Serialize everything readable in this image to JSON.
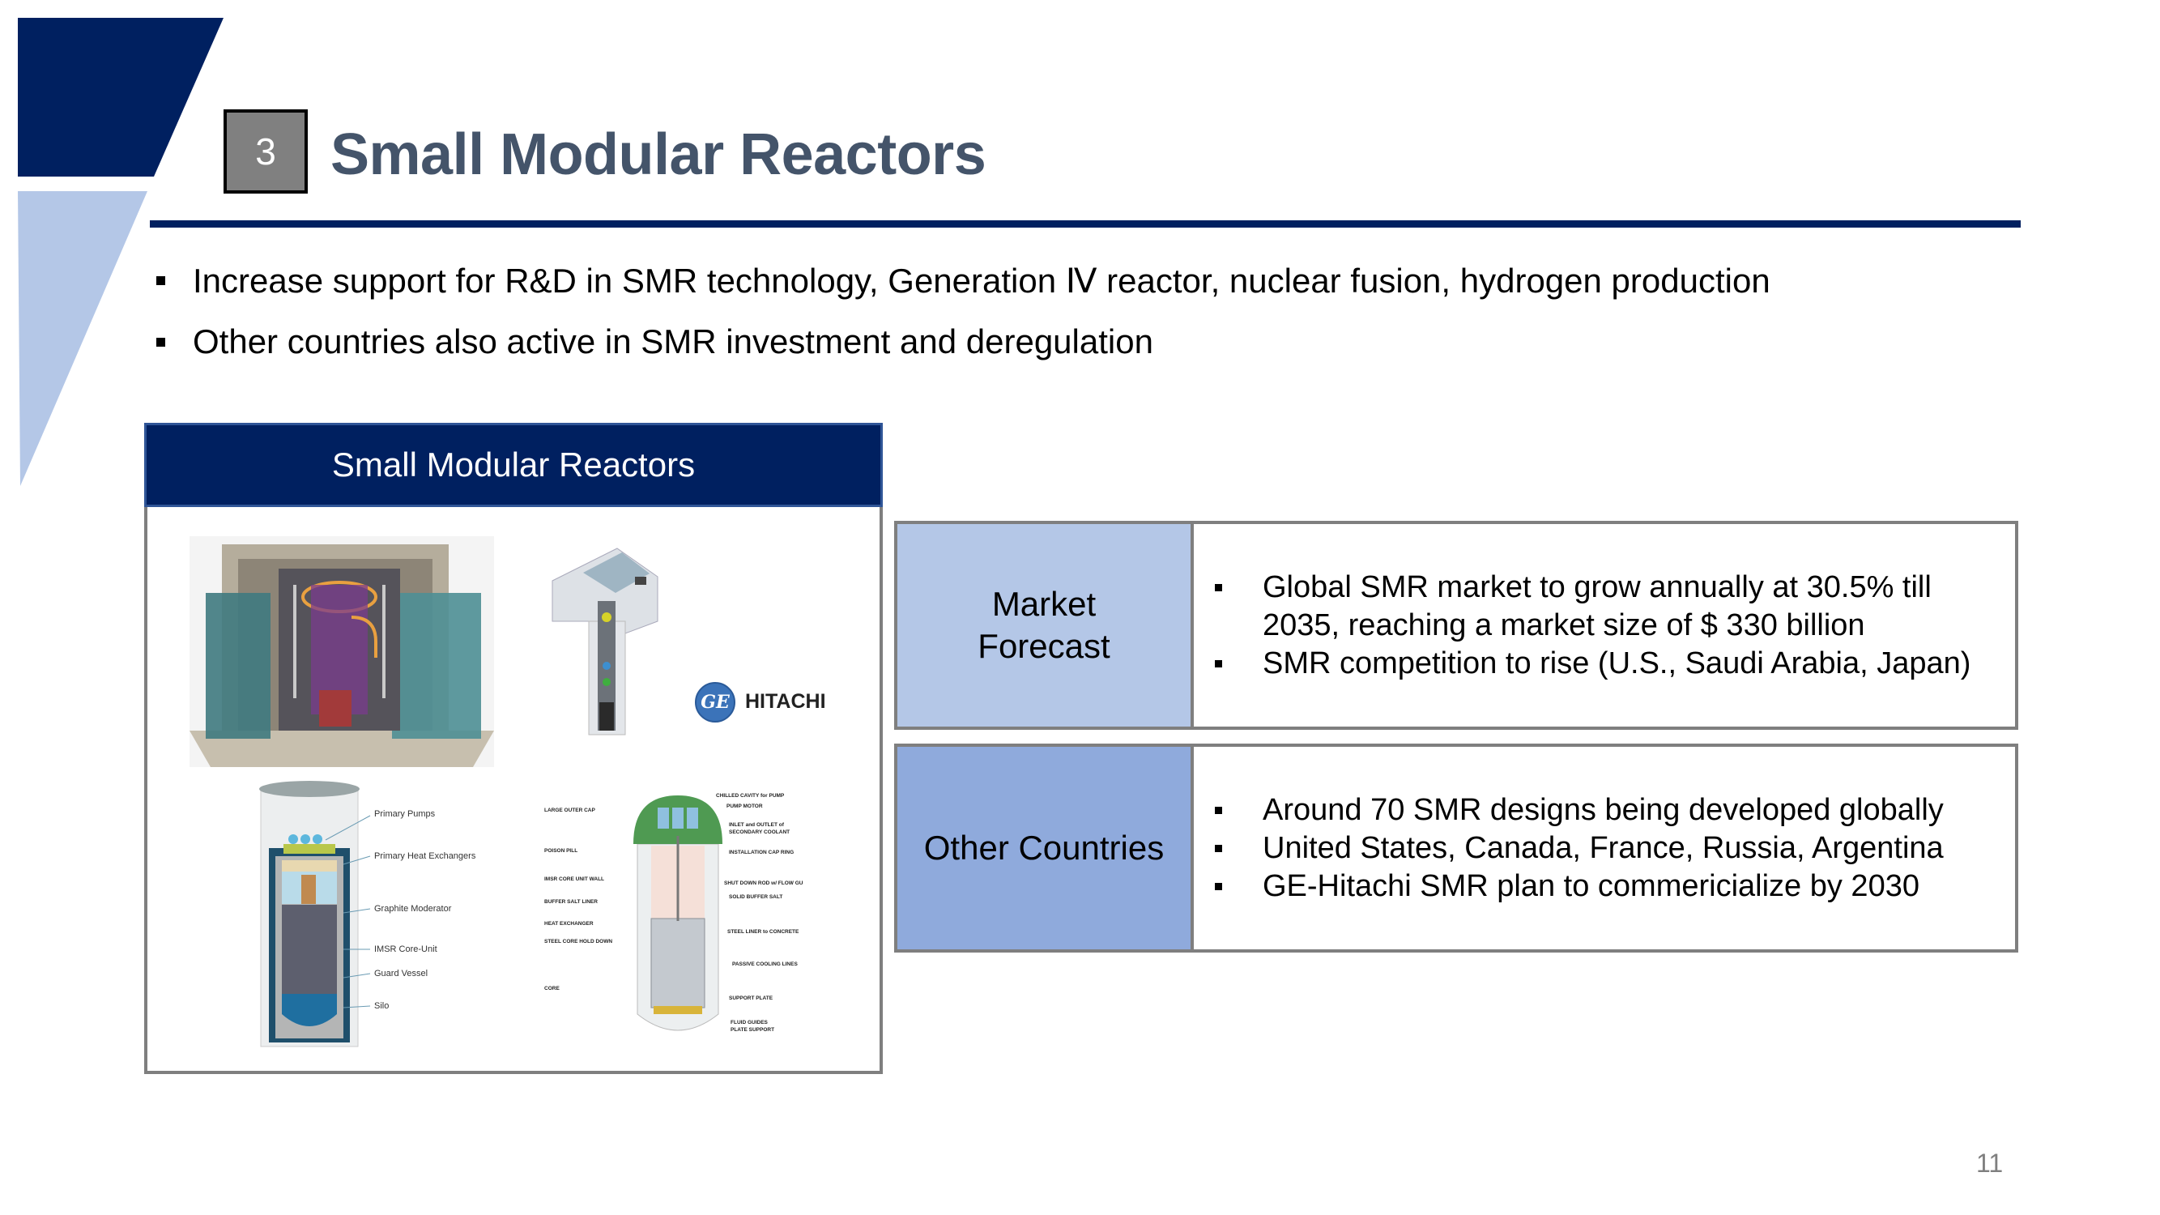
{
  "slide": {
    "section_number": "3",
    "title": "Small Modular Reactors",
    "page_number": "11",
    "colors": {
      "navy": "#002060",
      "light_blue": "#b4c7e7",
      "mid_blue": "#8faadc",
      "title_text": "#44546a",
      "border_gray": "#7f7f7f"
    }
  },
  "bullets": [
    "Increase support for R&D in SMR technology, Generation Ⅳ reactor, nuclear fusion, hydrogen production",
    "Other countries also active in SMR investment and deregulation"
  ],
  "panel": {
    "header": "Small Modular Reactors",
    "images": {
      "reactor_3d_render": "reactor-cutaway-render",
      "ge_hitachi_render": "ge-hitachi-bwrx-cutaway",
      "ge_logo_text": "GE",
      "hitachi_logo_text": "HITACHI",
      "imsr_labels": [
        "Primary Pumps",
        "Primary Heat Exchangers",
        "Graphite Moderator",
        "IMSR Core-Unit",
        "Guard Vessel",
        "Silo"
      ],
      "msr_labels_left": [
        "LARGE OUTER CAP",
        "POISON PILL",
        "IMSR CORE UNIT WALL",
        "BUFFER SALT LINER",
        "HEAT EXCHANGER",
        "STEEL CORE HOLD DOWN",
        "CORE"
      ],
      "msr_labels_right": [
        "CHILLED CAVITY for PUMP",
        "PUMP MOTOR",
        "INLET and OUTLET of SECONDARY COOLANT",
        "INSTALLATION CAP RING",
        "SHUT DOWN ROD w/ FLOW GUIDE",
        "SOLID BUFFER SALT",
        "STEEL LINER to CONCRETE",
        "PASSIVE COOLING LINES",
        "SUPPORT PLATE",
        "FLUID GUIDES PLATE SUPPORT"
      ]
    }
  },
  "info_boxes": [
    {
      "label_line1": "Market",
      "label_line2": "Forecast",
      "items": [
        "Global SMR market to grow annually at 30.5% till",
        "2035, reaching a market size of $ 330 billion",
        "SMR competition to rise (U.S., Saudi Arabia, Japan)"
      ]
    },
    {
      "label": "Other Countries",
      "items": [
        "Around 70 SMR designs being developed globally",
        "United States, Canada, France, Russia, Argentina",
        "GE-Hitachi SMR plan to commericialize by 2030"
      ]
    }
  ]
}
